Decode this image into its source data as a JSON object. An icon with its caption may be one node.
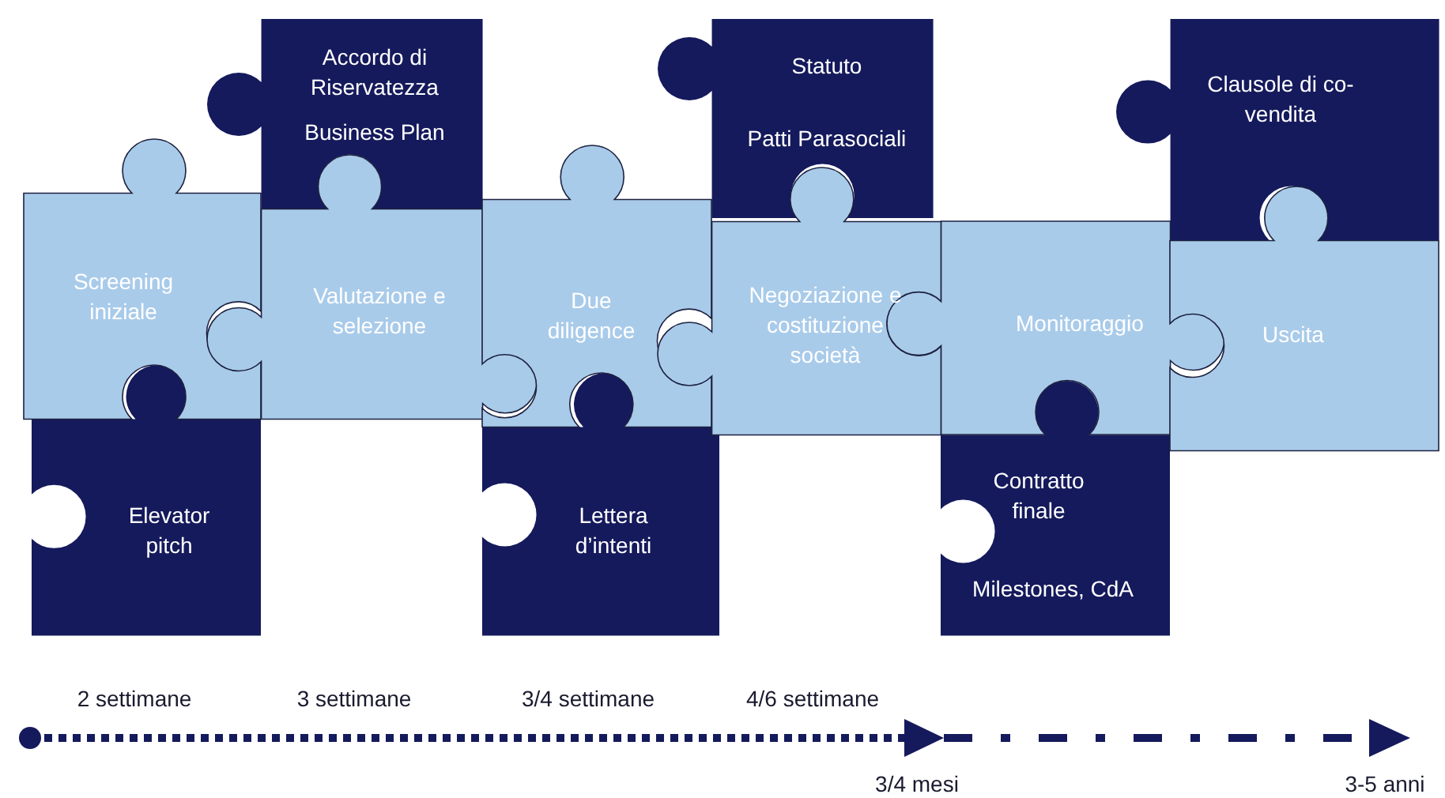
{
  "diagram": {
    "nodes": [
      {
        "text": [
          "Accordo di Riservatezza",
          "Business Plan"
        ]
      },
      {
        "text": [
          "Statuto",
          "Patti Parasociali"
        ]
      },
      {
        "text": [
          "Clausole di co-vendita"
        ]
      },
      {
        "text": [
          "Screening iniziale"
        ]
      },
      {
        "text": [
          "Valutazione e selezione"
        ]
      },
      {
        "text": [
          "Due diligence"
        ]
      },
      {
        "text": [
          "Negoziazione e costituzione società"
        ]
      },
      {
        "text": [
          "Monitoraggio"
        ]
      },
      {
        "text": [
          "Uscita"
        ]
      },
      {
        "text": [
          "Elevator pitch"
        ]
      },
      {
        "text": [
          "Lettera d’intenti"
        ]
      },
      {
        "text": [
          "Contratto finale",
          "Milestones, CdA"
        ]
      }
    ],
    "labels": [
      "2 settimane",
      "3 settimane",
      "3/4 settimane",
      "4/6 settimane",
      "3/4 mesi",
      "3-5 anni"
    ]
  }
}
